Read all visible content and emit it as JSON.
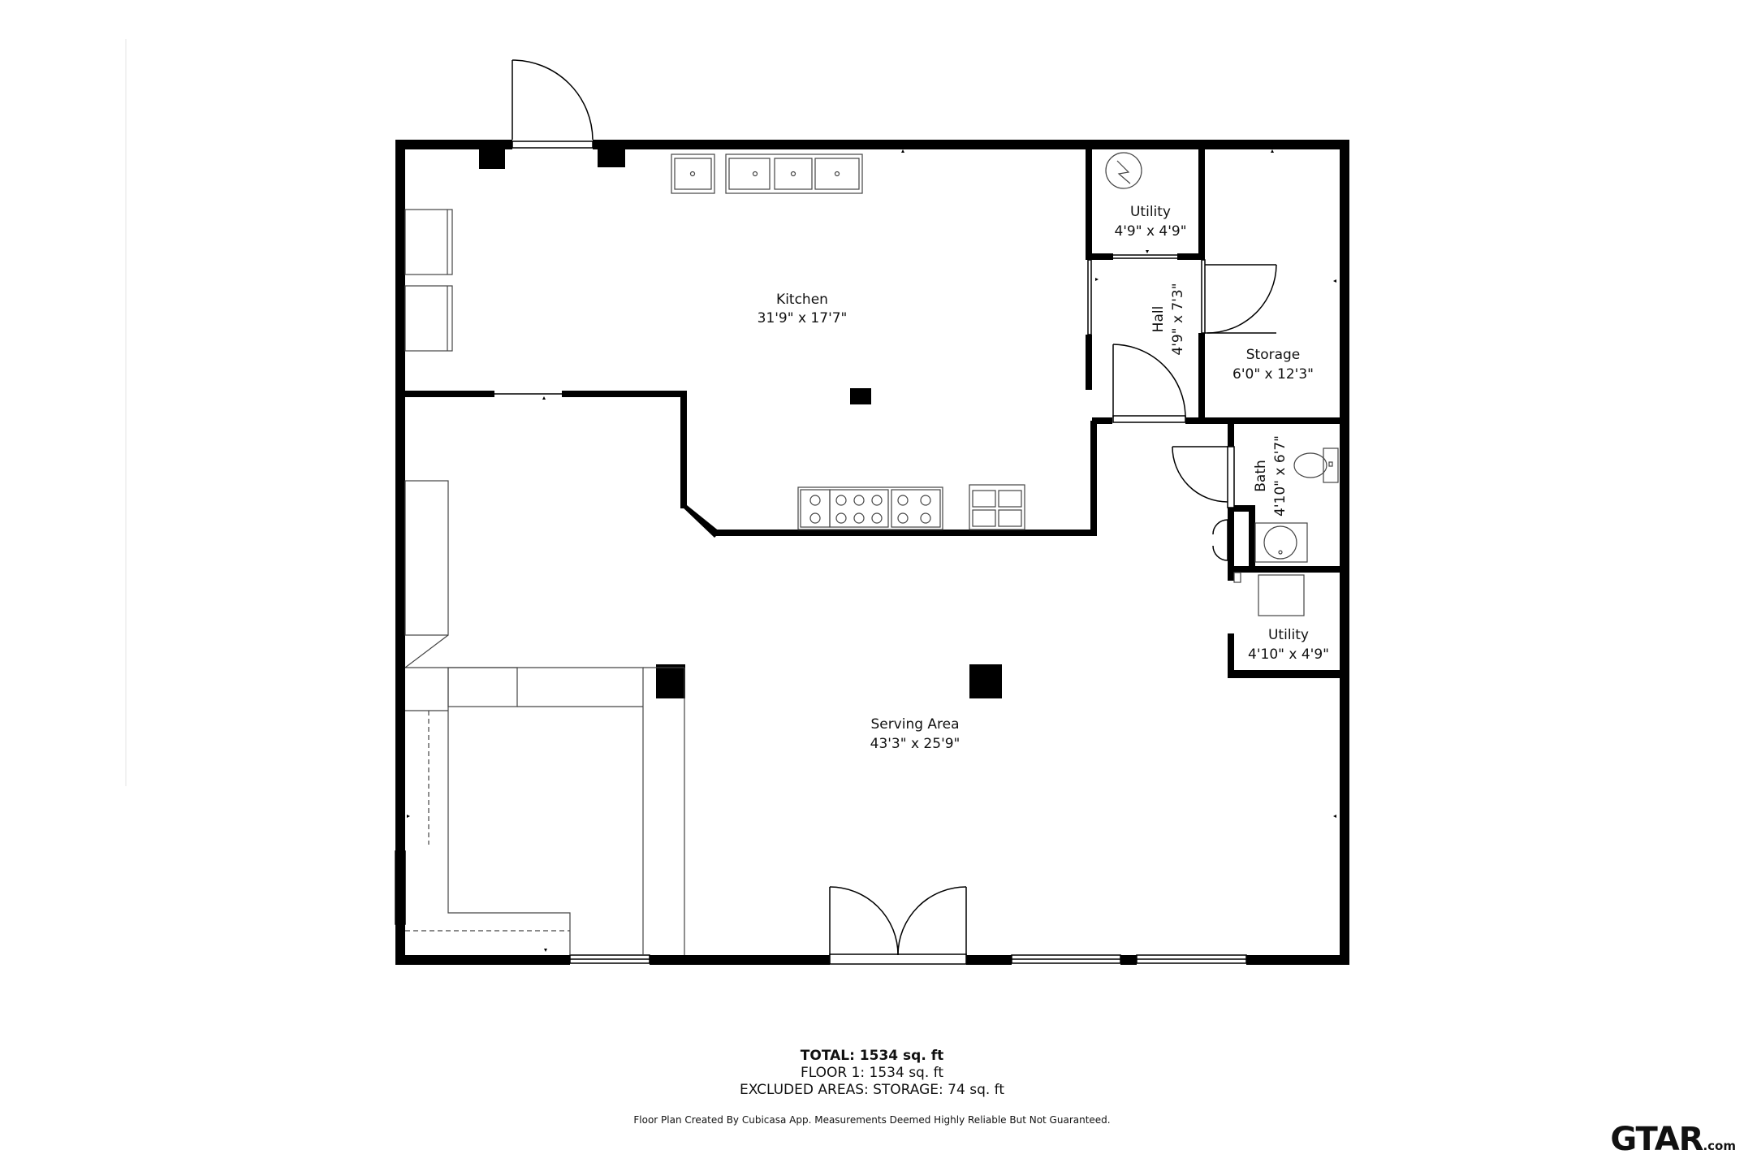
{
  "rooms": {
    "kitchen": {
      "name": "Kitchen",
      "dims": "31'9\" x 17'7\""
    },
    "utility_top": {
      "name": "Utility",
      "dims": "4'9\" x 4'9\""
    },
    "hall": {
      "name": "Hall",
      "dims": "4'9\" x 7'3\""
    },
    "storage": {
      "name": "Storage",
      "dims": "6'0\" x 12'3\""
    },
    "bath": {
      "name": "Bath",
      "dims": "4'10\" x 6'7\""
    },
    "utility_bottom": {
      "name": "Utility",
      "dims": "4'10\" x 4'9\""
    },
    "serving": {
      "name": "Serving Area",
      "dims": "43'3\" x 25'9\""
    }
  },
  "totals": {
    "total": "TOTAL: 1534 sq. ft",
    "floor1": "FLOOR 1: 1534 sq. ft",
    "excluded": "EXCLUDED AREAS: STORAGE: 74 sq. ft"
  },
  "disclaimer": "Floor Plan Created By Cubicasa App. Measurements Deemed Highly Reliable But Not Guaranteed.",
  "logo": {
    "main": "GTAR",
    "suffix": ".com"
  },
  "colors": {
    "wall": "#000000",
    "fixture": "#444444"
  }
}
